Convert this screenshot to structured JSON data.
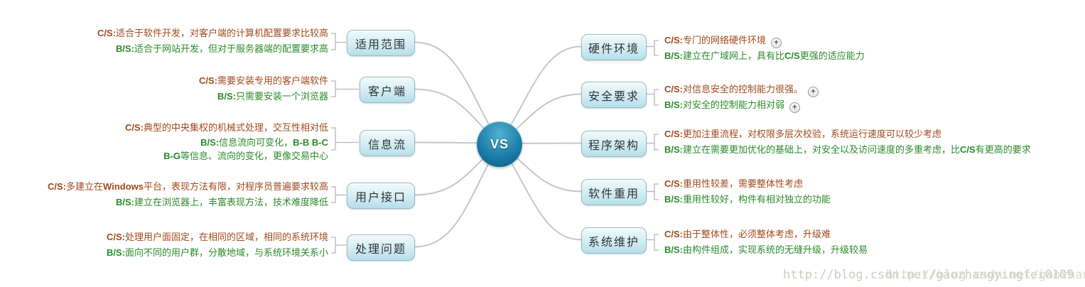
{
  "center": {
    "label": "VS"
  },
  "icons": {
    "expand": "+"
  },
  "colors": {
    "cs_text": "#a1491c",
    "bs_text": "#2b8a2b",
    "node_fill_top": "#f0fbfd",
    "node_fill_bottom": "#b6dfea",
    "node_border": "#9cb9c1",
    "center_fill": "#1c7ea9",
    "connector_line": "#c6c6c6",
    "watermark": "#ccccc5"
  },
  "watermark": {
    "text": "http://blog.csdn.net/gaozhangyingfei0109"
  },
  "left": [
    {
      "topic": "适用范围",
      "lines": [
        {
          "prefix": "C/S:",
          "t1": "适合于软件开发，对客户端的计算机配置要求比较高"
        },
        {
          "prefix": "B/S:",
          "t1": "适合于网站开发，但对于服务器端的配置要求高"
        }
      ]
    },
    {
      "topic": "客户端",
      "lines": [
        {
          "prefix": "C/S:",
          "t1": "需要安装专用的客户端软件"
        },
        {
          "prefix": "B/S:",
          "t1": "只需要安装一个浏览器"
        }
      ]
    },
    {
      "topic": "信息流",
      "lines": [
        {
          "prefix": "C/S:",
          "t1": "典型的中央集权的机械式处理，交互性相对低"
        },
        {
          "prefix": "B/S:",
          "t1": "信息流向可变化，",
          "b": "B-B B-C"
        },
        {
          "prefix": "B-G",
          "t1": "等信息、流向的变化，更像交易中心"
        }
      ]
    },
    {
      "topic": "用户接口",
      "lines": [
        {
          "prefix": "C/S:",
          "t1": "多建立在",
          "b": "Windows",
          "t2": "平台，表现方法有限，对程序员普遍要求较高"
        },
        {
          "prefix": "B/S:",
          "t1": "建立在浏览器上，丰富表现方法，技术难度降低"
        }
      ]
    },
    {
      "topic": "处理问题",
      "lines": [
        {
          "prefix": "C/S:",
          "t1": "处理用户面固定，在相同的区域，相同的系统环境"
        },
        {
          "prefix": "B/S:",
          "t1": "面向不同的用户群，分散地域，与系统环境关系小"
        }
      ]
    }
  ],
  "right": [
    {
      "topic": "硬件环境",
      "lines": [
        {
          "prefix": "C/S:",
          "t1": "专门的网络硬件环境",
          "expand": true
        },
        {
          "prefix": "B/S:",
          "t1": "建立在广域网上，具有比",
          "b": "C/S",
          "t2": "更强的适应能力"
        }
      ]
    },
    {
      "topic": "安全要求",
      "lines": [
        {
          "prefix": "C/S:",
          "t1": "对信息安全的控制能力很强。",
          "expand": true
        },
        {
          "prefix": "B/S:",
          "t1": "对安全的控制能力相对弱",
          "expand": true
        }
      ]
    },
    {
      "topic": "程序架构",
      "lines": [
        {
          "prefix": "C/S:",
          "t1": "更加注重流程，对权限多层次校验，系统运行速度可以较少考虑"
        },
        {
          "prefix": "B/S:",
          "t1": "建立在需要更加优化的基础上，对安全以及访问速度的多重考虑，比",
          "b": "C/S",
          "t2": "有更高的要求"
        }
      ]
    },
    {
      "topic": "软件重用",
      "lines": [
        {
          "prefix": "C/S:",
          "t1": "重用性较差，需要整体性考虑"
        },
        {
          "prefix": "B/S:",
          "t1": "重用性较好，构件有相对独立的功能"
        }
      ]
    },
    {
      "topic": "系统维护",
      "lines": [
        {
          "prefix": "C/S:",
          "t1": "由于整体性，必须整体考虑，升级难"
        },
        {
          "prefix": "B/S:",
          "t1": "由构件组成，实现系统的无缝升级，升级较易"
        }
      ]
    }
  ]
}
